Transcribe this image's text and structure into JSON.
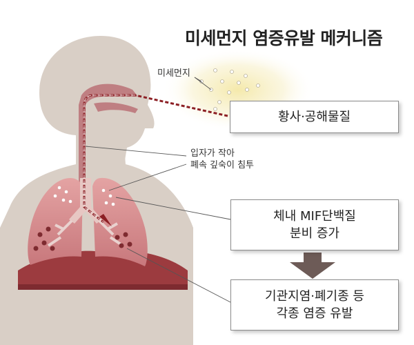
{
  "title": "미세먼지 염증유발 메커니즘",
  "labels": {
    "dust": "미세먼지",
    "penetration_line1": "입자가 작아",
    "penetration_line2": "폐속 깊숙이 침투"
  },
  "boxes": {
    "source": "황사·공해물질",
    "mif_line1": "체내 MIF단백질",
    "mif_line2": "분비 증가",
    "result_line1": "기관지염·폐기종 등",
    "result_line2": "각종 염증 유발"
  },
  "colors": {
    "skin": "#d9cfc6",
    "lung": "#cf868a",
    "diaphragm": "#9c3b3f",
    "path": "#8c1f24",
    "arrow": "#6d5b57"
  }
}
